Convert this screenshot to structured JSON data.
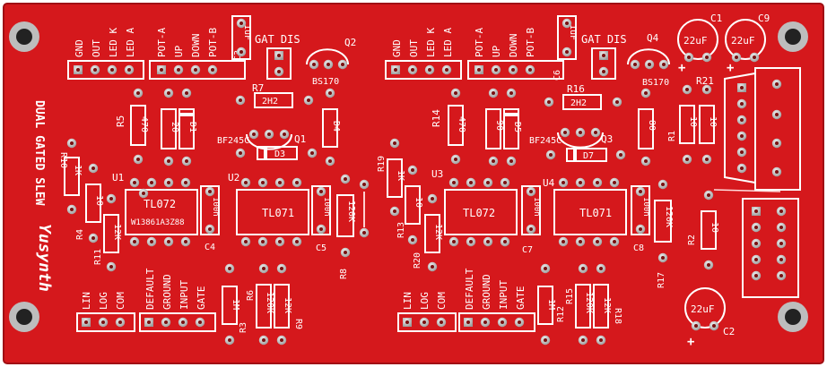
{
  "board": {
    "color": "#d5181c",
    "silk_color": "#ffffff",
    "pad_color": "#c9c9c9",
    "title_line1": "DUAL GATED SLEW",
    "brand": "Yusynth"
  },
  "headers": {
    "out_left": [
      "GND",
      "OUT",
      "LED K",
      "LED A"
    ],
    "pot_left": [
      "POT-A",
      "UP",
      "DOWN",
      "POT-B"
    ],
    "out_right": [
      "GND",
      "OUT",
      "LED K",
      "LED A"
    ],
    "pot_right": [
      "POT-A",
      "UP",
      "DOWN",
      "POT-B"
    ],
    "mode_left": [
      "LIN",
      "LOG",
      "COM"
    ],
    "in_left": [
      "DEFAULT",
      "GROUND",
      "INPUT",
      "GATE"
    ],
    "mode_right": [
      "LIN",
      "LOG",
      "COM"
    ],
    "in_right": [
      "DEFAULT",
      "GROUND",
      "INPUT",
      "GATE"
    ]
  },
  "labels": {
    "gat_dis": "GAT DIS",
    "bs170": "BS170",
    "bf245c": "BF245C",
    "tl072": "TL072",
    "tl071": "TL071",
    "ic_code": "W13861A3Z88",
    "cap_22uf": "22uF",
    "cap_1uf": "1uF",
    "cap_100n": "100n",
    "r_2h2": "2H2",
    "r_470": "470",
    "r_20": "20",
    "r_1k": "1K",
    "r_10": "10",
    "r_12k": "12K",
    "r_120k": "120K",
    "r_1m": "1M",
    "r_80": "80",
    "r_90": "90",
    "d1": "D1",
    "d3": "D3",
    "d4": "D4",
    "d5": "D5",
    "d7": "D7",
    "plus": "+"
  },
  "refs": {
    "c1": "C1",
    "c2": "C2",
    "c3": "C3",
    "c4": "C4",
    "c5": "C5",
    "c6": "C6",
    "c7": "C7",
    "c8": "C8",
    "c9": "C9",
    "q1": "Q1",
    "q2": "Q2",
    "q3": "Q3",
    "q4": "Q4",
    "u1": "U1",
    "u2": "U2",
    "u3": "U3",
    "u4": "U4",
    "r1": "R1",
    "r2": "R2",
    "r3": "R3",
    "r4": "R4",
    "r5": "R5",
    "r6": "R6",
    "r7": "R7",
    "r8": "R8",
    "r9": "R9",
    "r10": "R10",
    "r11": "R11",
    "r12": "R12",
    "r13": "R13",
    "r14": "R14",
    "r15": "R15",
    "r16": "R16",
    "r17": "R17",
    "r18": "R18",
    "r19": "R19",
    "r20": "R20",
    "r21": "R21"
  }
}
